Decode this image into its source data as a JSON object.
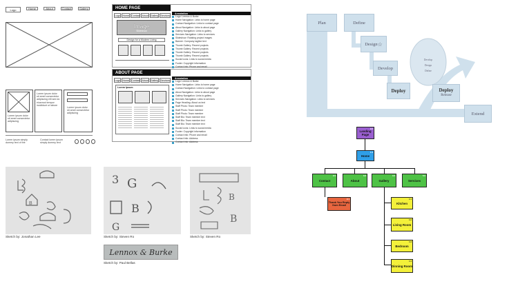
{
  "wireframe": {
    "logo": "Logo",
    "nav": [
      "Home",
      "About",
      "Contact",
      "Gallery"
    ],
    "hero_caption": "",
    "block_text": "Lorem ipsum dolor sit amet consectetur adipiscing elit sed do eiusmod tempor incididunt ut labore",
    "side_text": "Lorem ipsum dolor sit amet consectetur adipiscing",
    "footer_left": "Lorem ipsum simply dummy text of the",
    "footer_mid": "Contact lorem ipsum simply dummy text"
  },
  "sitemap_home": {
    "title": "HOME PAGE",
    "nav": [
      "Logo",
      "Home",
      "Contact",
      "About",
      "Gallery",
      "Services"
    ],
    "image_label": "Image",
    "image_sub": "Slideshow",
    "banner": "Design for a Modern Living",
    "annot_title": "Annotation",
    "rows": [
      "Logo: Lennox & Burke",
      "Home Navigation: Links to home page",
      "Contact Navigation: Links to contact page",
      "About Navigation: Links to about page",
      "Gallery Navigation: Links to gallery",
      "Services Navigation: Links to services",
      "Slideshow: Rotating project images",
      "Banner: Company tagline text",
      "Thumb Gallery: Recent projects",
      "Thumb Gallery: Recent projects",
      "Thumb Gallery: Recent projects",
      "Thumb Gallery: Recent projects",
      "Social Icons: Links to social media",
      "Footer: Copyright information",
      "Contact Info: Phone and email",
      "Contact Info: Address"
    ]
  },
  "sitemap_about": {
    "title": "ABOUT PAGE",
    "nav": [
      "Logo",
      "Home",
      "Contact",
      "About",
      "Gallery",
      "Services"
    ],
    "box_title": "Lorem Ipsum",
    "annot_title": "Annotation",
    "rows": [
      "Logo: Lennox & Burke",
      "Home Navigation: Links to home page",
      "Contact Navigation: Links to contact page",
      "About Navigation: Links to about page",
      "Gallery Navigation: Links to gallery",
      "Services Navigation: Links to services",
      "Page Heading: About us text",
      "Staff Photo: Team member",
      "Staff Photo: Team member",
      "Staff Photo: Team member",
      "Staff Bio: Team member text",
      "Staff Bio: Team member text",
      "Staff Bio: Team member text",
      "Social Icons: Links to social media",
      "Footer: Copyright information",
      "Contact Info: Phone and email",
      "Contact Info: Address",
      "Contact Info: Address"
    ]
  },
  "sketches": {
    "cap1": "Sketch by: Jonathan Lee",
    "cap2": "Sketch by: Steven Ro",
    "cap3": "Sketch by: Steven Ro",
    "cap4": "Sketch by: Paul Bellas",
    "logo_text": "Lennox & Burke"
  },
  "process": {
    "steps": [
      {
        "label": "Plan"
      },
      {
        "label": "Define"
      },
      {
        "label": "Design"
      },
      {
        "label": "Develop"
      },
      {
        "label": "Deploy"
      },
      {
        "label": "Deploy",
        "sub": "Release"
      },
      {
        "label": "Extend"
      }
    ],
    "circle_lines": [
      "Develop",
      "Design",
      "Define"
    ]
  },
  "hierarchy": {
    "root": {
      "label": "Landing Page",
      "num": "0.0",
      "color": "#9a5fd0"
    },
    "home": {
      "label": "Home",
      "num": "1.0",
      "color": "#2f9fe8"
    },
    "level2": [
      {
        "label": "Contact",
        "num": "2.0",
        "color": "#4ec246"
      },
      {
        "label": "About",
        "num": "3.0",
        "color": "#4ec246"
      },
      {
        "label": "Gallery",
        "num": "4.0",
        "color": "#4ec246"
      },
      {
        "label": "Services",
        "num": "5.0",
        "color": "#4ec246"
      }
    ],
    "reply": {
      "label": "Thank You Reply from Email",
      "num": "2.1",
      "color": "#e8663f"
    },
    "gallery_children": [
      {
        "label": "Kitchen",
        "num": "4.1",
        "color": "#f3f03a"
      },
      {
        "label": "Living Room",
        "num": "4.2",
        "color": "#f3f03a"
      },
      {
        "label": "Bedroom",
        "num": "4.3",
        "color": "#f3f03a"
      },
      {
        "label": "Dinning Room",
        "num": "4.4",
        "color": "#f3f03a"
      }
    ]
  }
}
